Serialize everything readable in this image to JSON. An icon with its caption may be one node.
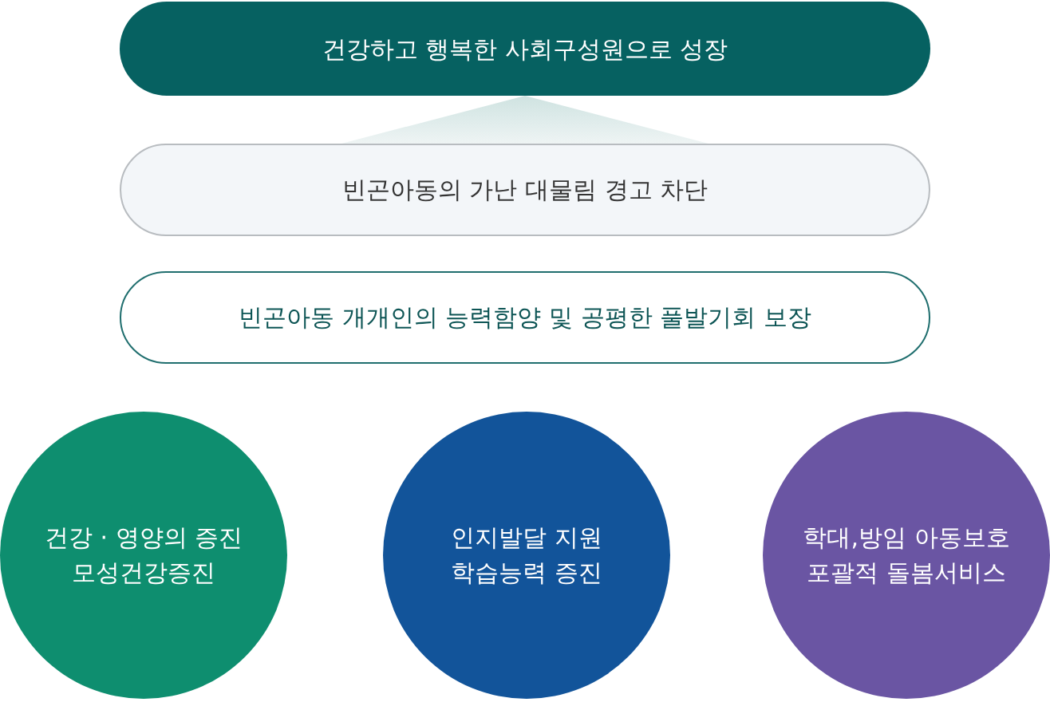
{
  "diagram": {
    "nodes": [
      {
        "text": [
          "건강하고 행복한 사회구성원으로 성장"
        ]
      },
      {
        "text": [
          "빈곤아동의 가난 대물림 경고 차단"
        ]
      },
      {
        "text": [
          "빈곤아동 개개인의 능력함양 및 공평한 풀발기회 보장"
        ]
      },
      {
        "text": [
          "건강 · 영양의 증진",
          "모성건강증진"
        ]
      },
      {
        "text": [
          "인지발달 지원",
          "학습능력 증진"
        ]
      },
      {
        "text": [
          "학대,방임 아동보호",
          "포괄적 돌봄서비스"
        ]
      }
    ],
    "edges": [
      {
        "from": 1,
        "to": 0,
        "arrow": "to"
      }
    ]
  }
}
